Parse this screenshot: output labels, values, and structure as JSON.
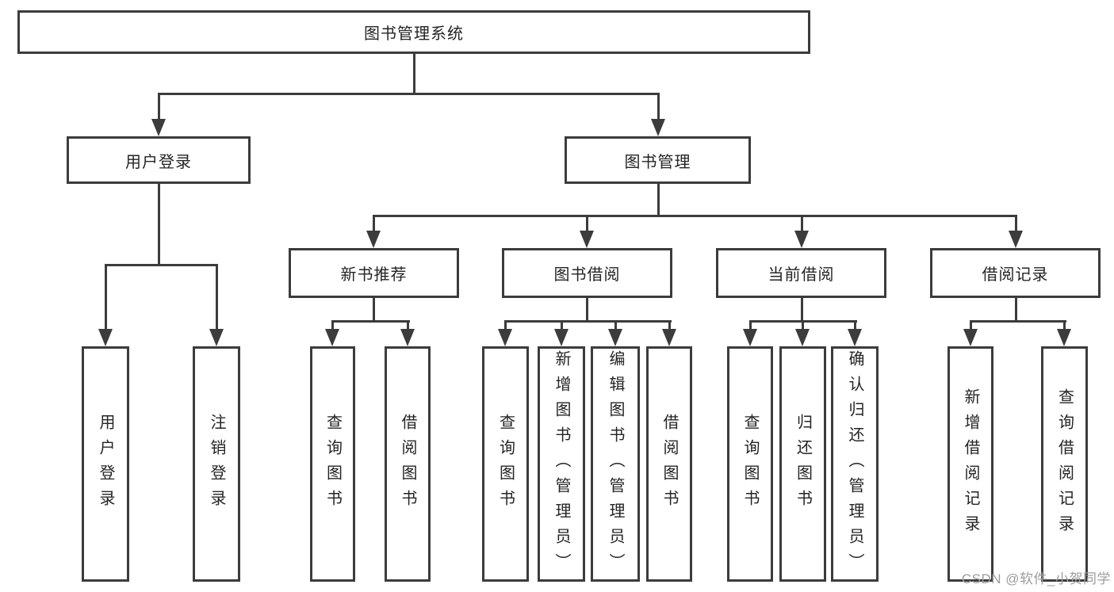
{
  "colors": {
    "line": "#3c3c3c",
    "background": "#ffffff",
    "text": "#242424",
    "watermark": "#9c9c9c"
  },
  "watermark": "CSDN @软件_小贺同学",
  "tree": {
    "root": {
      "label": "图书管理系统"
    },
    "level2": {
      "user_login": {
        "label": "用户登录"
      },
      "book_mgmt": {
        "label": "图书管理"
      }
    },
    "level3": {
      "new_rec": {
        "label": "新书推荐"
      },
      "borrow": {
        "label": "图书借阅"
      },
      "current": {
        "label": "当前借阅"
      },
      "records": {
        "label": "借阅记录"
      }
    },
    "leaves": {
      "user_login": [
        "用户登录",
        "注销登录"
      ],
      "new_rec": [
        "查询图书",
        "借阅图书"
      ],
      "borrow": [
        "查询图书",
        "新增图书（管理员）",
        "编辑图书（管理员）",
        "借阅图书"
      ],
      "current": [
        "查询图书",
        "归还图书",
        "确认归还（管理员）"
      ],
      "records": [
        "新增借阅记录",
        "查询借阅记录"
      ]
    }
  }
}
